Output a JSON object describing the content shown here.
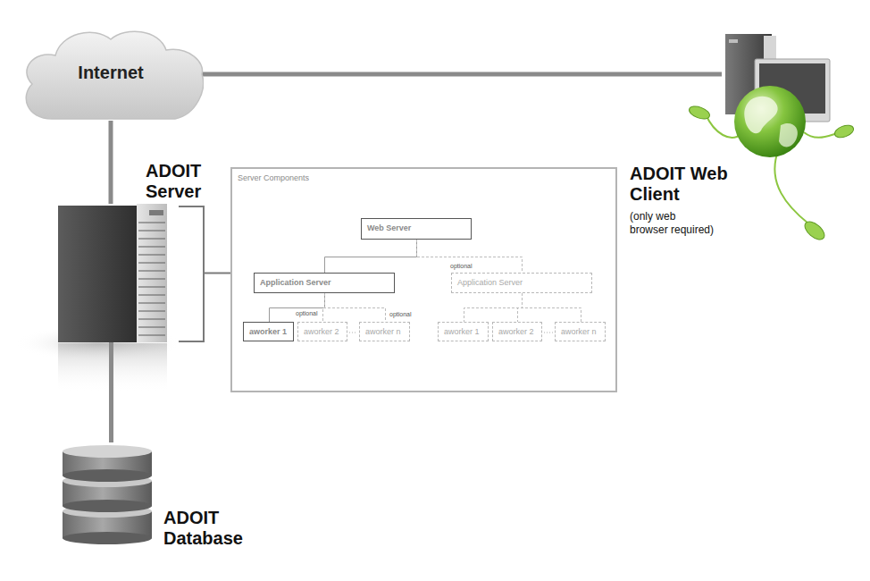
{
  "diagram": {
    "nodes": [
      {
        "text": [
          "Internet"
        ]
      },
      {
        "text": [
          "ADOIT Web Client",
          "(only web browser required)"
        ]
      },
      {
        "text": [
          "ADOIT Server"
        ]
      },
      {
        "text": [
          "Server Components"
        ]
      },
      {
        "text": [
          "Web Server"
        ],
        "in": 3
      },
      {
        "text": [
          "Application Server"
        ],
        "in": 3
      },
      {
        "text": [
          "Application Server"
        ],
        "in": 3
      },
      {
        "text": [
          "aworker 1"
        ],
        "in": 3
      },
      {
        "text": [
          "aworker 2"
        ],
        "in": 3
      },
      {
        "text": [
          "aworker n"
        ],
        "in": 3
      },
      {
        "text": [
          "aworker 1"
        ],
        "in": 3
      },
      {
        "text": [
          "aworker 2"
        ],
        "in": 3
      },
      {
        "text": [
          "aworker n"
        ],
        "in": 3
      },
      {
        "text": [
          "ADOIT Database"
        ]
      }
    ],
    "edges": [
      {
        "from": 0,
        "to": 1,
        "arrow": "none"
      },
      {
        "from": 0,
        "to": 2,
        "arrow": "none"
      },
      {
        "from": 2,
        "to": 13,
        "arrow": "none"
      },
      {
        "from": 2,
        "to": 3,
        "arrow": "none"
      },
      {
        "from": 4,
        "to": 5,
        "arrow": "none"
      },
      {
        "from": 4,
        "to": 6,
        "arrow": "none"
      },
      {
        "from": 5,
        "to": 7,
        "arrow": "none"
      },
      {
        "from": 5,
        "to": 8,
        "arrow": "none"
      },
      {
        "from": 5,
        "to": 9,
        "arrow": "none"
      },
      {
        "from": 6,
        "to": 10,
        "arrow": "none"
      },
      {
        "from": 6,
        "to": 11,
        "arrow": "none"
      },
      {
        "from": 6,
        "to": 12,
        "arrow": "none"
      }
    ],
    "labels": [
      "optional",
      "optional",
      "optional"
    ]
  }
}
